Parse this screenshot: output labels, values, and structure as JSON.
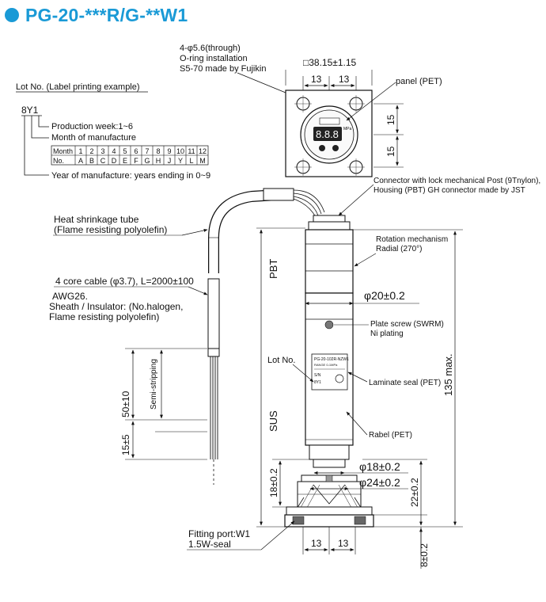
{
  "title": {
    "text": "PG-20-***R/G-**W1",
    "color": "#1a9ad6"
  },
  "lot_label": {
    "heading": "Lot No. (Label printing example)",
    "code": "8Y1",
    "production_week": "Production week:1~6",
    "month_of_manufacture": "Month of manufacture",
    "year_of_manufacture": "Year of manufacture: years ending in 0~9",
    "table": {
      "row1_header": "Month",
      "row2_header": "No.",
      "months": [
        "1",
        "2",
        "3",
        "4",
        "5",
        "6",
        "7",
        "8",
        "9",
        "10",
        "11",
        "12"
      ],
      "codes": [
        "A",
        "B",
        "C",
        "D",
        "E",
        "F",
        "G",
        "H",
        "J",
        "Y",
        "L",
        "M"
      ]
    }
  },
  "top_view": {
    "holes_line1": "4-φ5.6(through)",
    "holes_line2": "O-ring installation",
    "holes_line3": "S5-70 made by Fujikin",
    "width_dim": "□38.15±1.15",
    "half_dim_left": "13",
    "half_dim_right": "13",
    "v_dim_top": "15",
    "v_dim_bottom": "15",
    "panel_label": "panel (PET)",
    "mpa_label": "MPa"
  },
  "connector": {
    "line1": "Connector with lock mechanical Post (9Tnylon),",
    "line2": "Housing (PBT) GH connector made by JST"
  },
  "cable": {
    "heat_shrink_line1": "Heat shrinkage tube",
    "heat_shrink_line2": "(Flame resisting polyolefin)",
    "core_line1": "4 core cable (φ3.7), L=2000±100",
    "core_line2": "AWG26.",
    "core_line3": "Sheath / Insulator: (No.halogen,",
    "core_line4": "Flame resisting polyolefin)",
    "semi_stripping": "Semi-stripping",
    "dim_50": "50±10",
    "dim_15": "15±5"
  },
  "body": {
    "pbt": "PBT",
    "sus": "SUS",
    "rotation_line1": "Rotation mechanism",
    "rotation_line2": "Radial (270°)",
    "diameter_20": "φ20±0.2",
    "plate_screw_line1": "Plate screw (SWRM)",
    "plate_screw_line2": "Ni plating",
    "lot_no": "Lot No.",
    "laminate_seal": "Laminate seal (PET)",
    "rabel": "Rabel (PET)",
    "height_135": "135 max.",
    "label_text1": "PG-20-102R-NZW1",
    "label_text2": "RANGE 0-1MPa",
    "label_text3": "S/N",
    "label_text4": "8Y1"
  },
  "fitting": {
    "dim_18h": "18±0.2",
    "dim_18d": "φ18±0.2",
    "dim_24d": "φ24±0.2",
    "dim_22": "22±0.2",
    "port_line1": "Fitting port:W1",
    "port_line2": "1.5W-seal",
    "dim_bottom_left": "13",
    "dim_bottom_right": "13",
    "dim_8": "8±0.2"
  }
}
